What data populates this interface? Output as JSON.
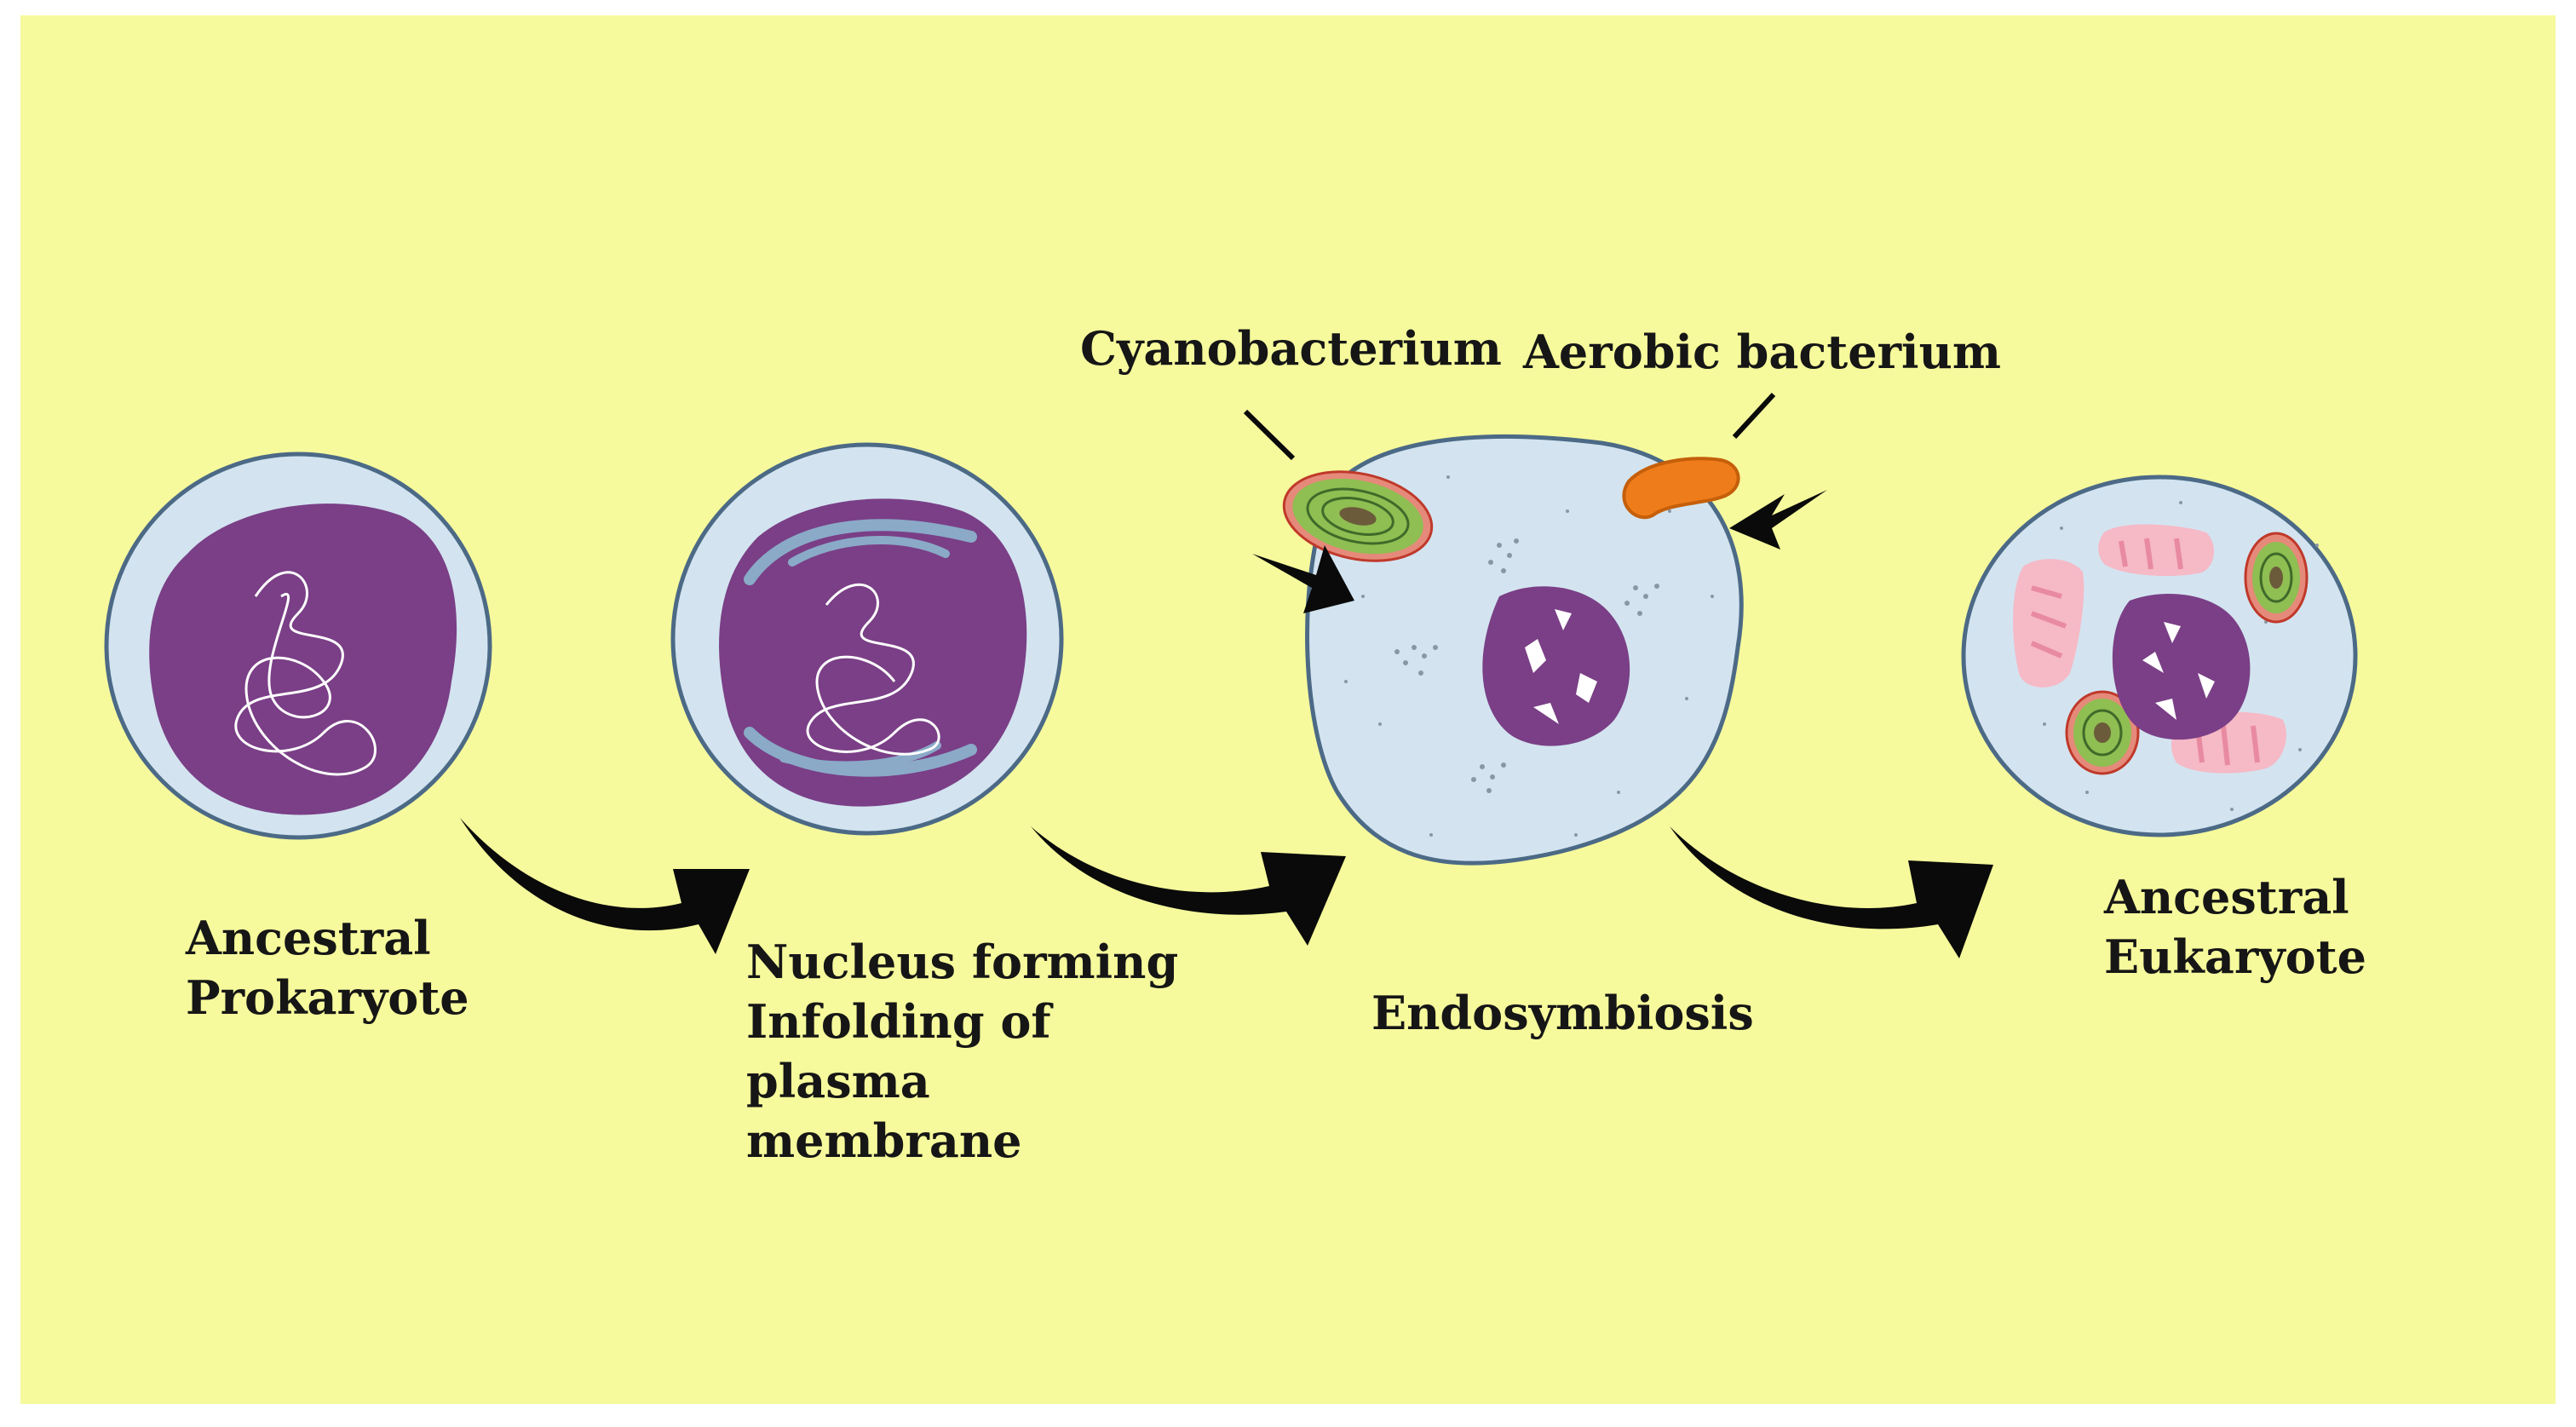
{
  "colors": {
    "background": "#f6fa9c",
    "cytoplasm": "#d3e4f0",
    "membrane": "#4c6a86",
    "nucleoid": "#7a3f86",
    "dna_strand": "#ffffff",
    "infolded_membrane": "#8aaac8",
    "cyanobacterium": "#8fbe52",
    "aerobic_bacterium": "#ef7c1a",
    "mitochondria": "#f6b9c6",
    "arrow": "#0a0a0a"
  },
  "stages": [
    {
      "id": "prokaryote",
      "label_lines": [
        "Ancestral",
        "Prokaryote"
      ]
    },
    {
      "id": "nucleus-forming",
      "label_lines": [
        "Nucleus forming",
        "Infolding of",
        "plasma",
        "membrane"
      ]
    },
    {
      "id": "endosymbiosis",
      "label_lines": [
        "Endosymbiosis"
      ]
    },
    {
      "id": "eukaryote",
      "label_lines": [
        "Ancestral",
        "Eukaryote"
      ]
    }
  ],
  "callouts": {
    "cyanobacterium": "Cyanobacterium",
    "aerobic_bacterium": "Aerobic bacterium"
  },
  "icons": {
    "process_arrow": "curved-arrow-icon",
    "uptake_arrow": "arrowhead-pointer-icon"
  }
}
